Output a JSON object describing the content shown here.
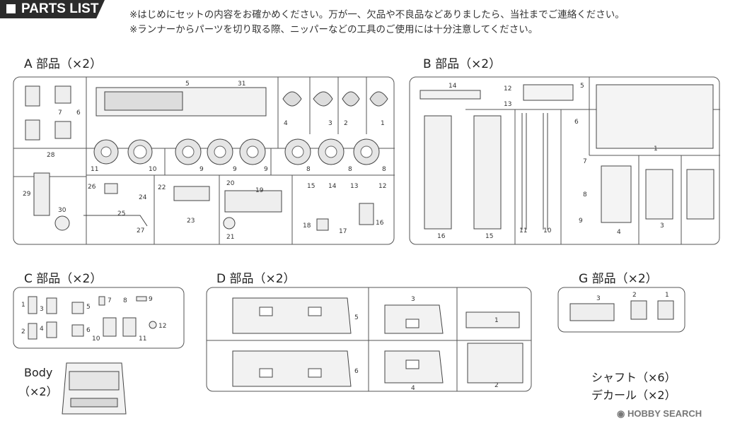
{
  "header": {
    "badge": "PARTS LIST",
    "note1": "※はじめにセットの内容をお確かめください。万が一、欠品や不良品などありましたら、当社までご連絡ください。",
    "note2": "※ランナーからパーツを切り取る際、ニッパーなどの工具のご使用には十分注意してください。"
  },
  "runners": {
    "A": {
      "label": "A 部品（×2）"
    },
    "B": {
      "label": "B 部品（×2）"
    },
    "C": {
      "label": "C 部品（×2）"
    },
    "D": {
      "label": "D 部品（×2）"
    },
    "G": {
      "label": "G 部品（×2）"
    }
  },
  "body": {
    "line1": "Body",
    "line2": "（×2）"
  },
  "extras": {
    "shaft": "シャフト（×6）",
    "decal": "デカール（×2）"
  },
  "watermark": {
    "text": "HOBBY SEARCH",
    "icon": "hobby-search-logo-icon"
  }
}
